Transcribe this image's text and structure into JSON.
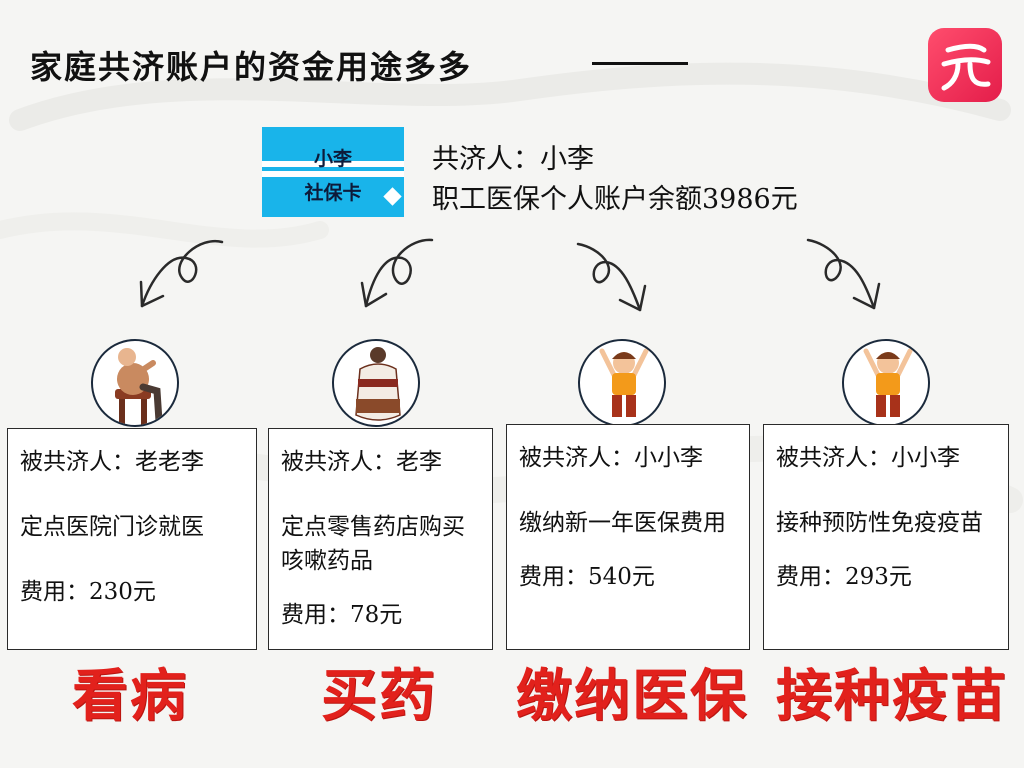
{
  "page": {
    "title": "家庭共济账户的资金用途多多"
  },
  "colors": {
    "background": "#f5f5f3",
    "card_blue": "#19b4ea",
    "tag_red": "#e2211c",
    "logo_pink": "#ff4d6d"
  },
  "card": {
    "line1": "小李",
    "line2": "社保卡"
  },
  "account": {
    "holder_line": "共济人：小李",
    "balance_line": "职工医保个人账户余额3986元"
  },
  "uses": [
    {
      "beneficiary": "被共济人：老老李",
      "description": "定点医院门诊就医",
      "cost": "费用：230元",
      "tag": "看病",
      "avatar_icon": "elderly-man-in-chair-icon"
    },
    {
      "beneficiary": "被共济人：老李",
      "description": "定点零售药店购买咳嗽药品",
      "cost": "费用：78元",
      "tag": "买药",
      "avatar_icon": "middle-aged-man-back-icon"
    },
    {
      "beneficiary": "被共济人：小小李",
      "description": "缴纳新一年医保费用",
      "cost": "费用：540元",
      "tag": "缴纳医保",
      "avatar_icon": "child-stretching-icon"
    },
    {
      "beneficiary": "被共济人：小小李",
      "description": "接种预防性免疫疫苗",
      "cost": "费用：293元",
      "tag": "接种疫苗",
      "avatar_icon": "child-stretching-icon"
    }
  ]
}
